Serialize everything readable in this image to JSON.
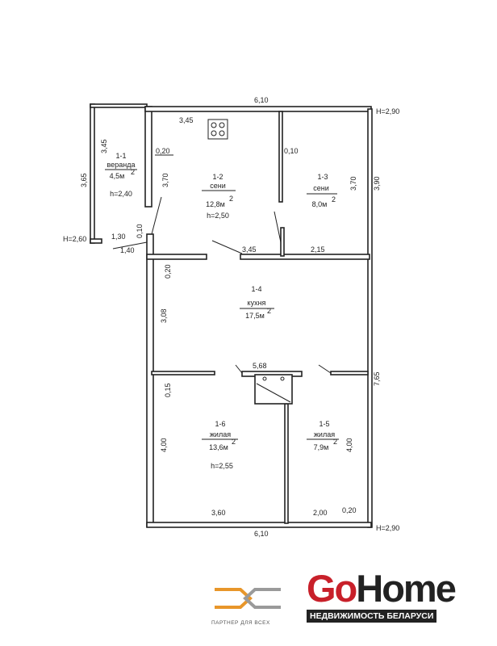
{
  "plan": {
    "rooms": [
      {
        "id": "1-1",
        "name": "веранда",
        "area": "4,5м",
        "sup": "2",
        "height": "h=2,40"
      },
      {
        "id": "1-2",
        "name": "сени",
        "area": "12,8м",
        "sup": "2",
        "height": "h=2,50"
      },
      {
        "id": "1-3",
        "name": "сени",
        "area": "8,0м",
        "sup": "2"
      },
      {
        "id": "1-4",
        "name": "кухня",
        "area": "17,5м",
        "sup": "2"
      },
      {
        "id": "1-5",
        "name": "жилая",
        "area": "7,9м",
        "sup": "2"
      },
      {
        "id": "1-6",
        "name": "жилая",
        "area": "13,6м",
        "sup": "2",
        "height": "h=2,55"
      }
    ],
    "dimensions": {
      "top_total": "6,10",
      "top_1_2": "3,45",
      "h_top_right": "H=2,90",
      "h_bottom_right": "H=2,90",
      "h_left": "H=2,60",
      "veranda_len": "3,45",
      "veranda_outer": "3,65",
      "wall_020a": "0,20",
      "wall_370a": "3,70",
      "wall_010a": "0,10",
      "d_130": "1,30",
      "d_010b": "0,10",
      "d_140": "1,40",
      "mid_345": "3,45",
      "mid_215": "2,15",
      "right_370": "3,70",
      "right_390": "3,90",
      "d_020b": "0,20",
      "d_308": "3,08",
      "d_568": "5,68",
      "d_015": "0,15",
      "right_765": "7,65",
      "d_400a": "4,00",
      "d_400b": "4,00",
      "bot_360": "3,60",
      "bot_200": "2,00",
      "bot_020": "0,20",
      "bottom_total": "6,10"
    }
  },
  "logos": {
    "partner_text": "ПАРТНЕР ДЛЯ ВСЕХ",
    "gohome_go": "Go",
    "gohome_home": "Home",
    "gohome_tagline": "НЕДВИЖИМОСТЬ БЕЛАРУСИ",
    "colors": {
      "orange": "#e8962a",
      "gray": "#9a9a9a",
      "red": "#c8202a",
      "dark": "#222222"
    }
  }
}
